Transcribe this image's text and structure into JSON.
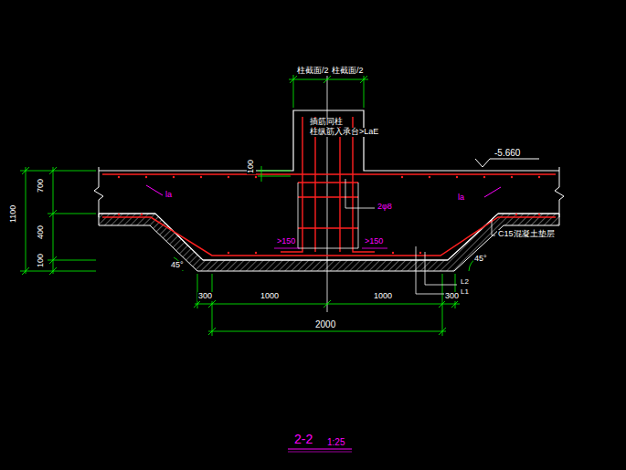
{
  "diagram": {
    "title": "2-2",
    "labels": [
      "柱截面/2",
      "柱截面/2",
      "插筋同柱",
      "柱纵筋入承台>LaE",
      "-5.660",
      "100",
      "700",
      "400",
      "100",
      "1100",
      "la",
      "la",
      "2φ8",
      ">150",
      ">150",
      "C15混凝土垫层",
      "45°",
      "45°",
      "300",
      "1000",
      "1000",
      "300",
      "2000",
      "L2",
      "L1",
      "1:25"
    ]
  }
}
